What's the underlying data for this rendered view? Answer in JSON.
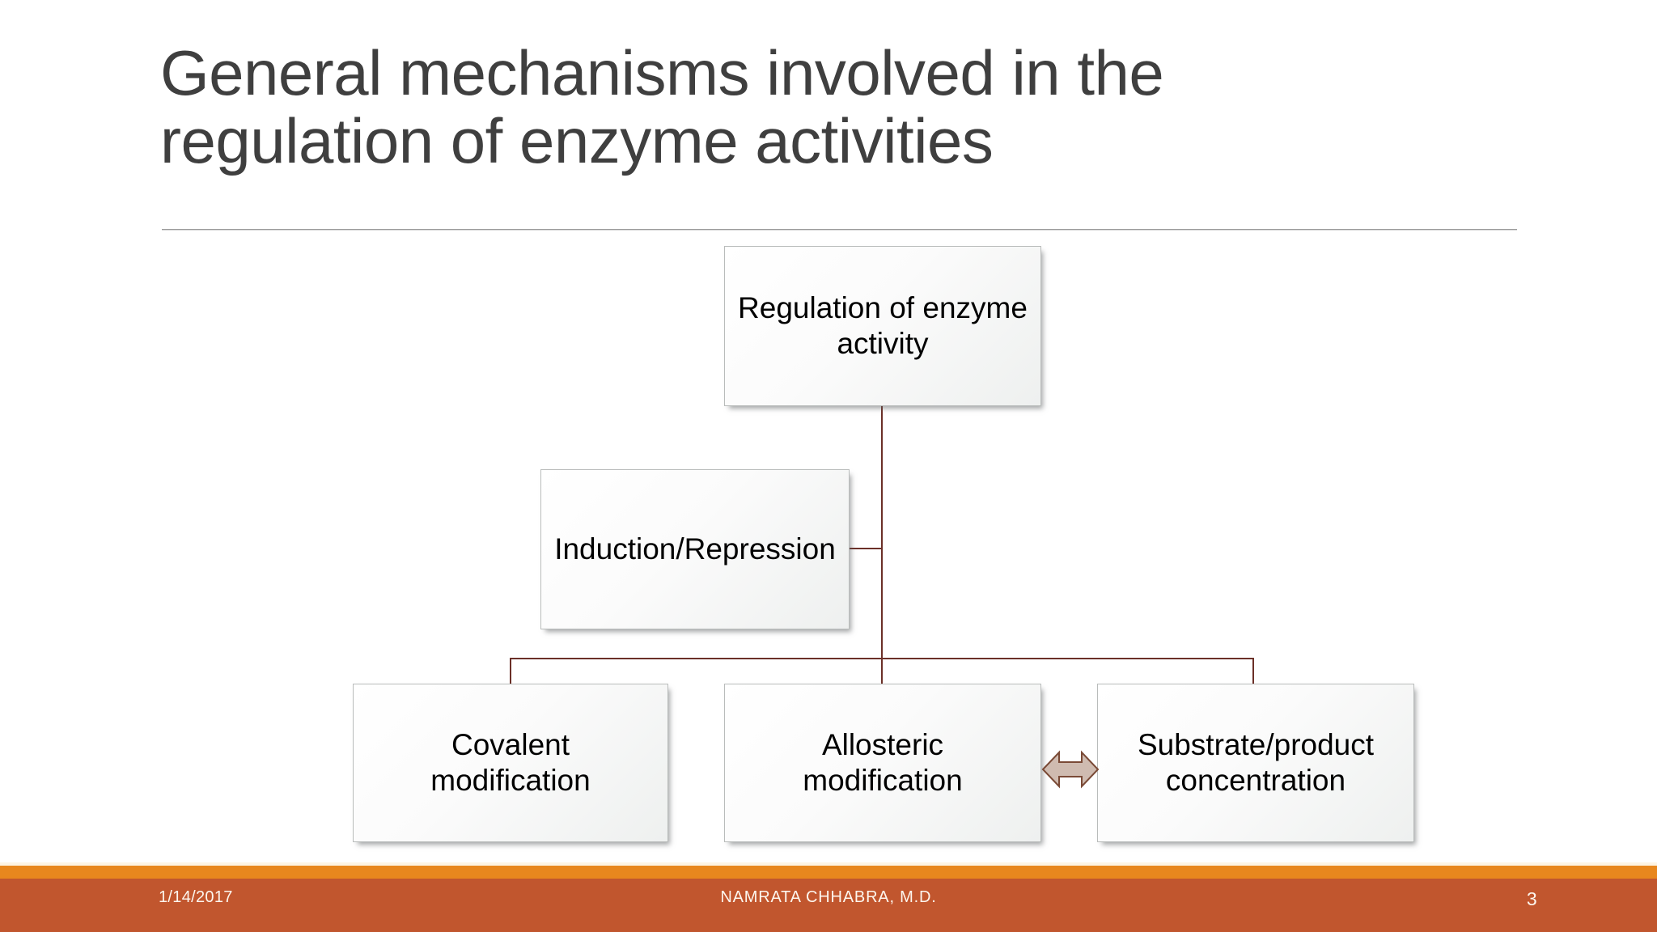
{
  "slide": {
    "title": "General mechanisms involved in the\nregulation of enzyme activities",
    "background_color": "#ffffff",
    "title_color": "#3f3f3f",
    "rule_color": "#9b9b9b"
  },
  "diagram": {
    "type": "hierarchy-flowchart",
    "connector_color": "#6b3028",
    "node_fill": "#f5f6f6",
    "node_border": "#b9bcbb",
    "nodes": [
      {
        "id": "root",
        "label": "Regulation of enzyme\nactivity",
        "level": 0
      },
      {
        "id": "induction",
        "label": "Induction/Repression",
        "level": 1
      },
      {
        "id": "covalent",
        "label": "Covalent\nmodification",
        "level": 2
      },
      {
        "id": "allosteric",
        "label": "Allosteric\nmodification",
        "level": 2
      },
      {
        "id": "substrate",
        "label": "Substrate/product\nconcentration",
        "level": 2
      }
    ],
    "edges": [
      {
        "from": "root",
        "to": "induction",
        "style": "elbow"
      },
      {
        "from": "root",
        "to": "covalent",
        "style": "elbow"
      },
      {
        "from": "root",
        "to": "allosteric",
        "style": "straight"
      },
      {
        "from": "root",
        "to": "substrate",
        "style": "elbow"
      }
    ],
    "arrow": {
      "name": "double-headed-arrow",
      "between": [
        "allosteric",
        "substrate"
      ],
      "fill": "#cfbbb0",
      "stroke": "#7a4a36"
    }
  },
  "footer": {
    "date": "1/14/2017",
    "author": "NAMRATA CHHABRA, M.D.",
    "slide_number": "3",
    "accent_color": "#e8871e",
    "bar_color": "#c1562e",
    "text_color": "#fdf6ee"
  }
}
